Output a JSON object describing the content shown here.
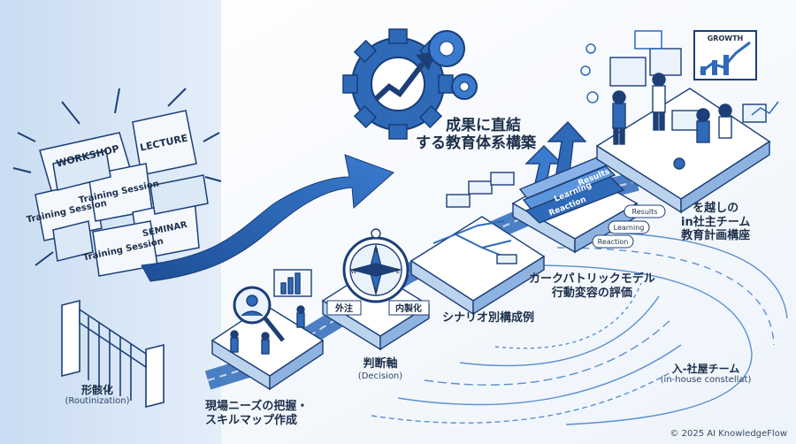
{
  "colors": {
    "primary": "#2e6ab8",
    "dark": "#1c3f77",
    "light": "#d6e6f7",
    "panel": "#f0f6fd"
  },
  "top_title": {
    "line1": "成果に直結",
    "line2": "する教育体系構築"
  },
  "left_blocks": {
    "workshop": "WORKSHOP",
    "lecture": "LECTURE",
    "training_session": "Training Session",
    "seminar": "SEMINAR"
  },
  "routinization": {
    "label": "形骸化",
    "sub": "(Routinization)"
  },
  "needs": {
    "line1": "現場ニーズの把握・",
    "line2": "スキルマップ作成",
    "magnifier_icon": "magnifier-person-icon"
  },
  "decision": {
    "label": "判断軸",
    "sub": "(Decision)",
    "external": "外注",
    "internal": "内製化",
    "icon": "compass-icon"
  },
  "scenario": {
    "label": "シナリオ別構成例"
  },
  "kirkpatrick": {
    "line1": "カークパトリックモデル",
    "line2": "行動変容の評価",
    "levels": [
      "Reaction",
      "Learning",
      "Results"
    ],
    "tags": [
      "Results",
      "Learning",
      "Reaction"
    ]
  },
  "program": {
    "line1": "を越しの",
    "line2": "in社主チーム",
    "line3": "教育計画構座"
  },
  "growth_board": "GROWTH",
  "inhouse": {
    "label": "入-社屋チーム",
    "sub": "(in-house constellat)"
  },
  "copyright": "© 2025 AI KnowledgeFlow"
}
